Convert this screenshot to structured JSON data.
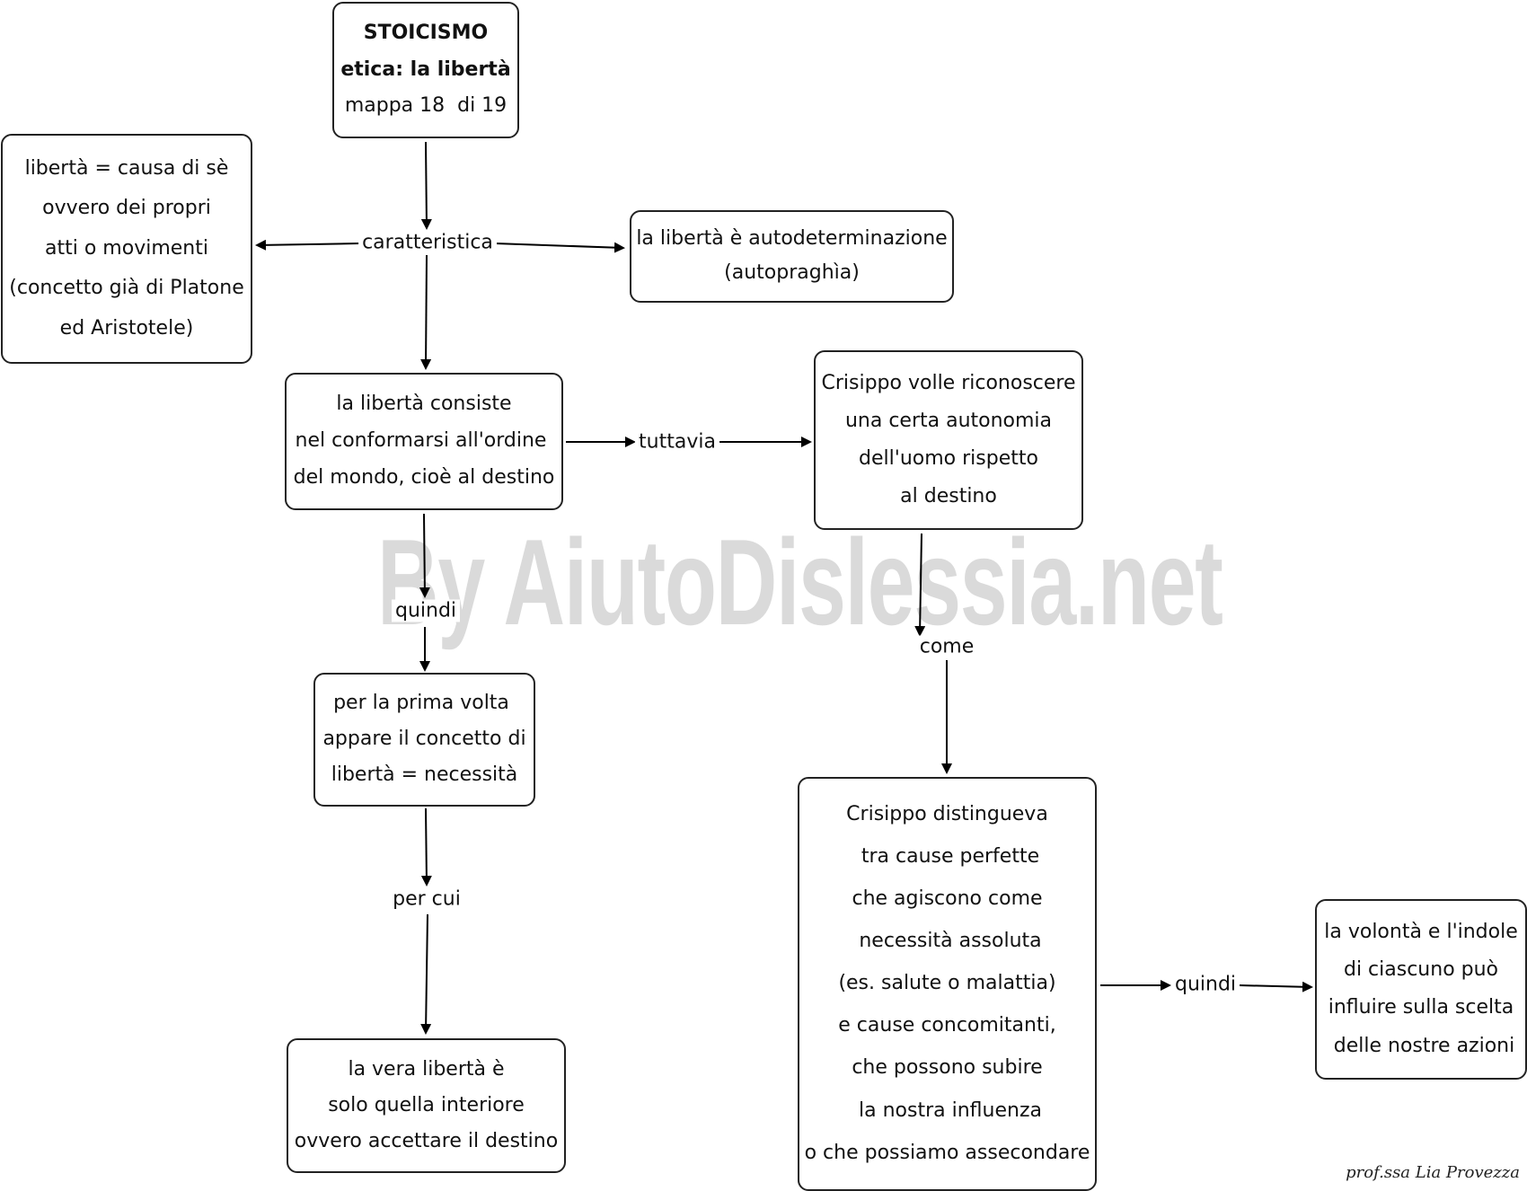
{
  "title_box": {
    "lines": [
      "STOICISMO",
      "etica: la libertà",
      "mappa 18  di 19"
    ]
  },
  "nodes": {
    "causa": [
      "libertà = causa di sè",
      "ovvero dei propri",
      "atti o movimenti",
      "(concetto già di Platone",
      "ed Aristotele)"
    ],
    "autodeterminazione": [
      "la libertà è autodeterminazione",
      "(autopraghìa)"
    ],
    "consiste": [
      "la libertà consiste",
      "nel conformarsi all'ordine ",
      "del mondo, cioè al destino"
    ],
    "crisippo_autonomia": [
      "Crisippo volle riconoscere",
      "una certa autonomia",
      "dell'uomo rispetto",
      "al destino"
    ],
    "prima_volta": [
      "per la prima volta ",
      "appare il concetto di",
      "libertà = necessità"
    ],
    "vera_liberta": [
      "la vera libertà è",
      "solo quella interiore",
      "ovvero accettare il destino"
    ],
    "crisippo_cause": [
      "Crisippo distingueva",
      " tra cause perfette",
      "che agiscono come",
      " necessità assoluta",
      "(es. salute o malattia)",
      "e cause concomitanti,",
      "che possono subire",
      " la nostra influenza",
      "o che possiamo assecondare"
    ],
    "volonta": [
      "la volontà e l'indole",
      "di ciascuno può",
      "influire sulla scelta",
      " delle nostre azioni"
    ]
  },
  "labels": {
    "caratteristica": "caratteristica",
    "tuttavia": "tuttavia",
    "quindi_1": "quindi",
    "per_cui": "per cui",
    "come": "come",
    "quindi_2": "quindi"
  },
  "watermark": "By AiutoDislessia.net",
  "signature": "prof.ssa Lia Provezza"
}
